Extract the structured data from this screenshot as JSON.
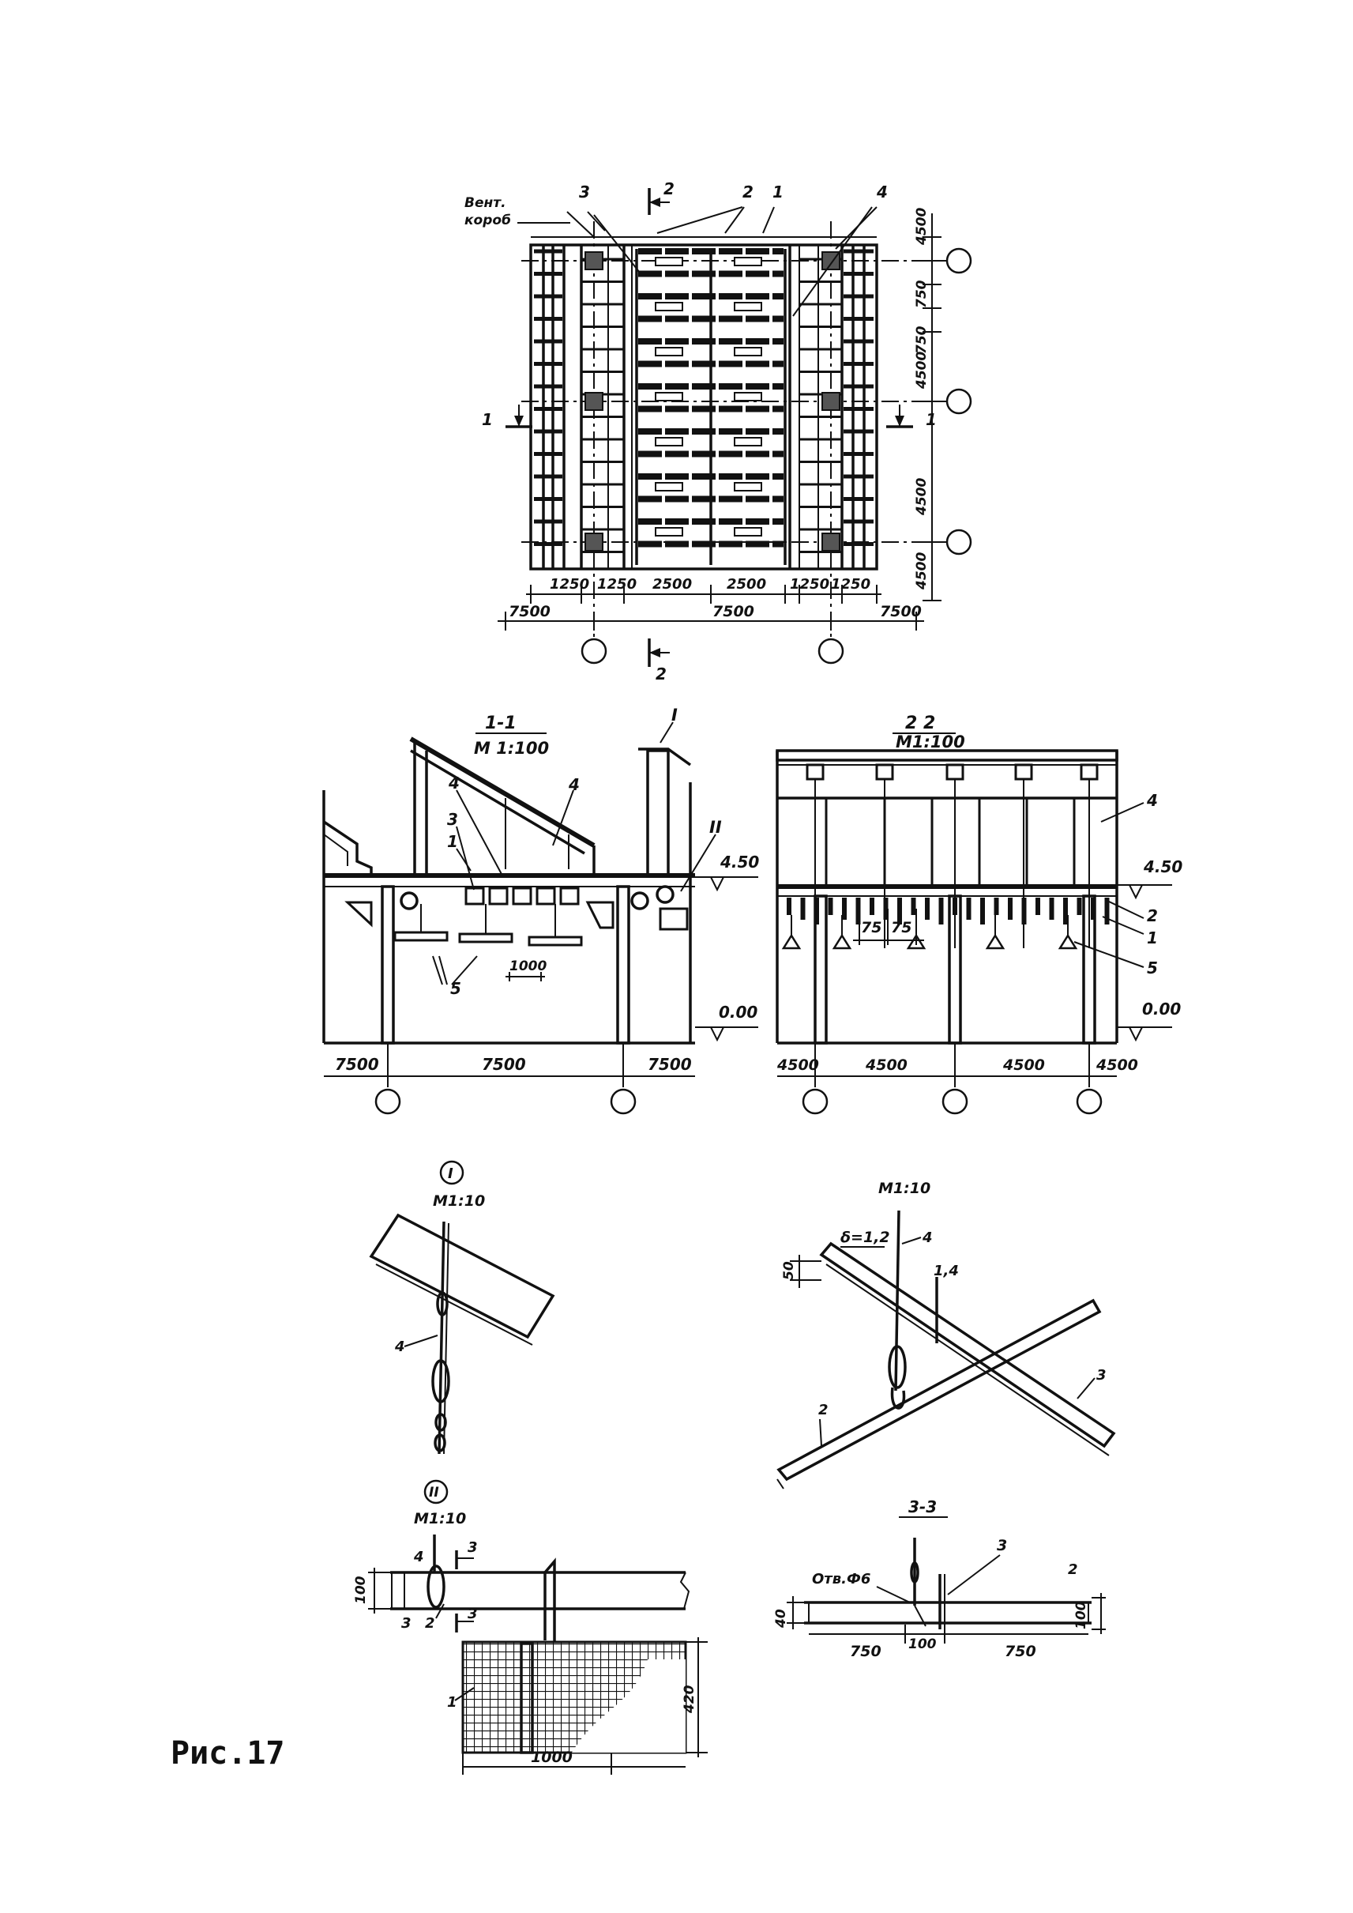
{
  "figure_caption": "Рис.17",
  "plan": {
    "labels": {
      "vent_line1": "Вент.",
      "vent_line2": "короб",
      "section_1": "1",
      "section_2": "2",
      "pos_1": "1",
      "pos_2": "2",
      "pos_3": "3",
      "pos_4": "4"
    },
    "bottom_dims": [
      "1250",
      "1250",
      "2500",
      "2500",
      "1250",
      "1250"
    ],
    "span_dims": [
      "7500",
      "7500",
      "7500"
    ],
    "right_dims": [
      "4500",
      "750",
      "750",
      "4500",
      "4500",
      "4500"
    ]
  },
  "section_1_1": {
    "title": "1-1",
    "scale": "М 1:100",
    "pos_1": "1",
    "pos_3": "3",
    "pos_4": "4",
    "pos_5": "5",
    "node_I": "I",
    "node_II": "II",
    "elev_top": "4.50",
    "elev_floor": "0.00",
    "dim_1000": "1000",
    "span_dims": [
      "7500",
      "7500",
      "7500"
    ]
  },
  "section_2_2": {
    "title": "2 2",
    "scale": "М1:100",
    "pos_1": "1",
    "pos_2": "2",
    "pos_4": "4",
    "pos_5": "5",
    "elev_top": "4.50",
    "elev_floor": "0.00",
    "dim_75a": "75",
    "dim_75b": "75",
    "span_dims": [
      "4500",
      "4500",
      "4500",
      "4500"
    ]
  },
  "detail_I": {
    "mark": "I",
    "scale": "М1:10",
    "pos_4": "4"
  },
  "detail_iso": {
    "scale": "М1:10",
    "thickness": "δ=1,2",
    "dim_50": "50",
    "dim_14": "1,4",
    "pos_2": "2",
    "pos_3": "3",
    "pos_4": "4"
  },
  "detail_II": {
    "mark": "II",
    "scale": "М1:10",
    "pos_1": "1",
    "pos_2": "2",
    "pos_3": "3",
    "pos_4": "4",
    "cut_3": "3",
    "dim_100": "100",
    "dim_420": "420",
    "dim_1000": "1000"
  },
  "section_3_3": {
    "title": "3-3",
    "hole": "Отв.Ф6",
    "pos_2": "2",
    "pos_3": "3",
    "dim_40": "40",
    "dim_100_h": "100",
    "dim_100": "100",
    "dim_750a": "750",
    "dim_750b": "750"
  }
}
